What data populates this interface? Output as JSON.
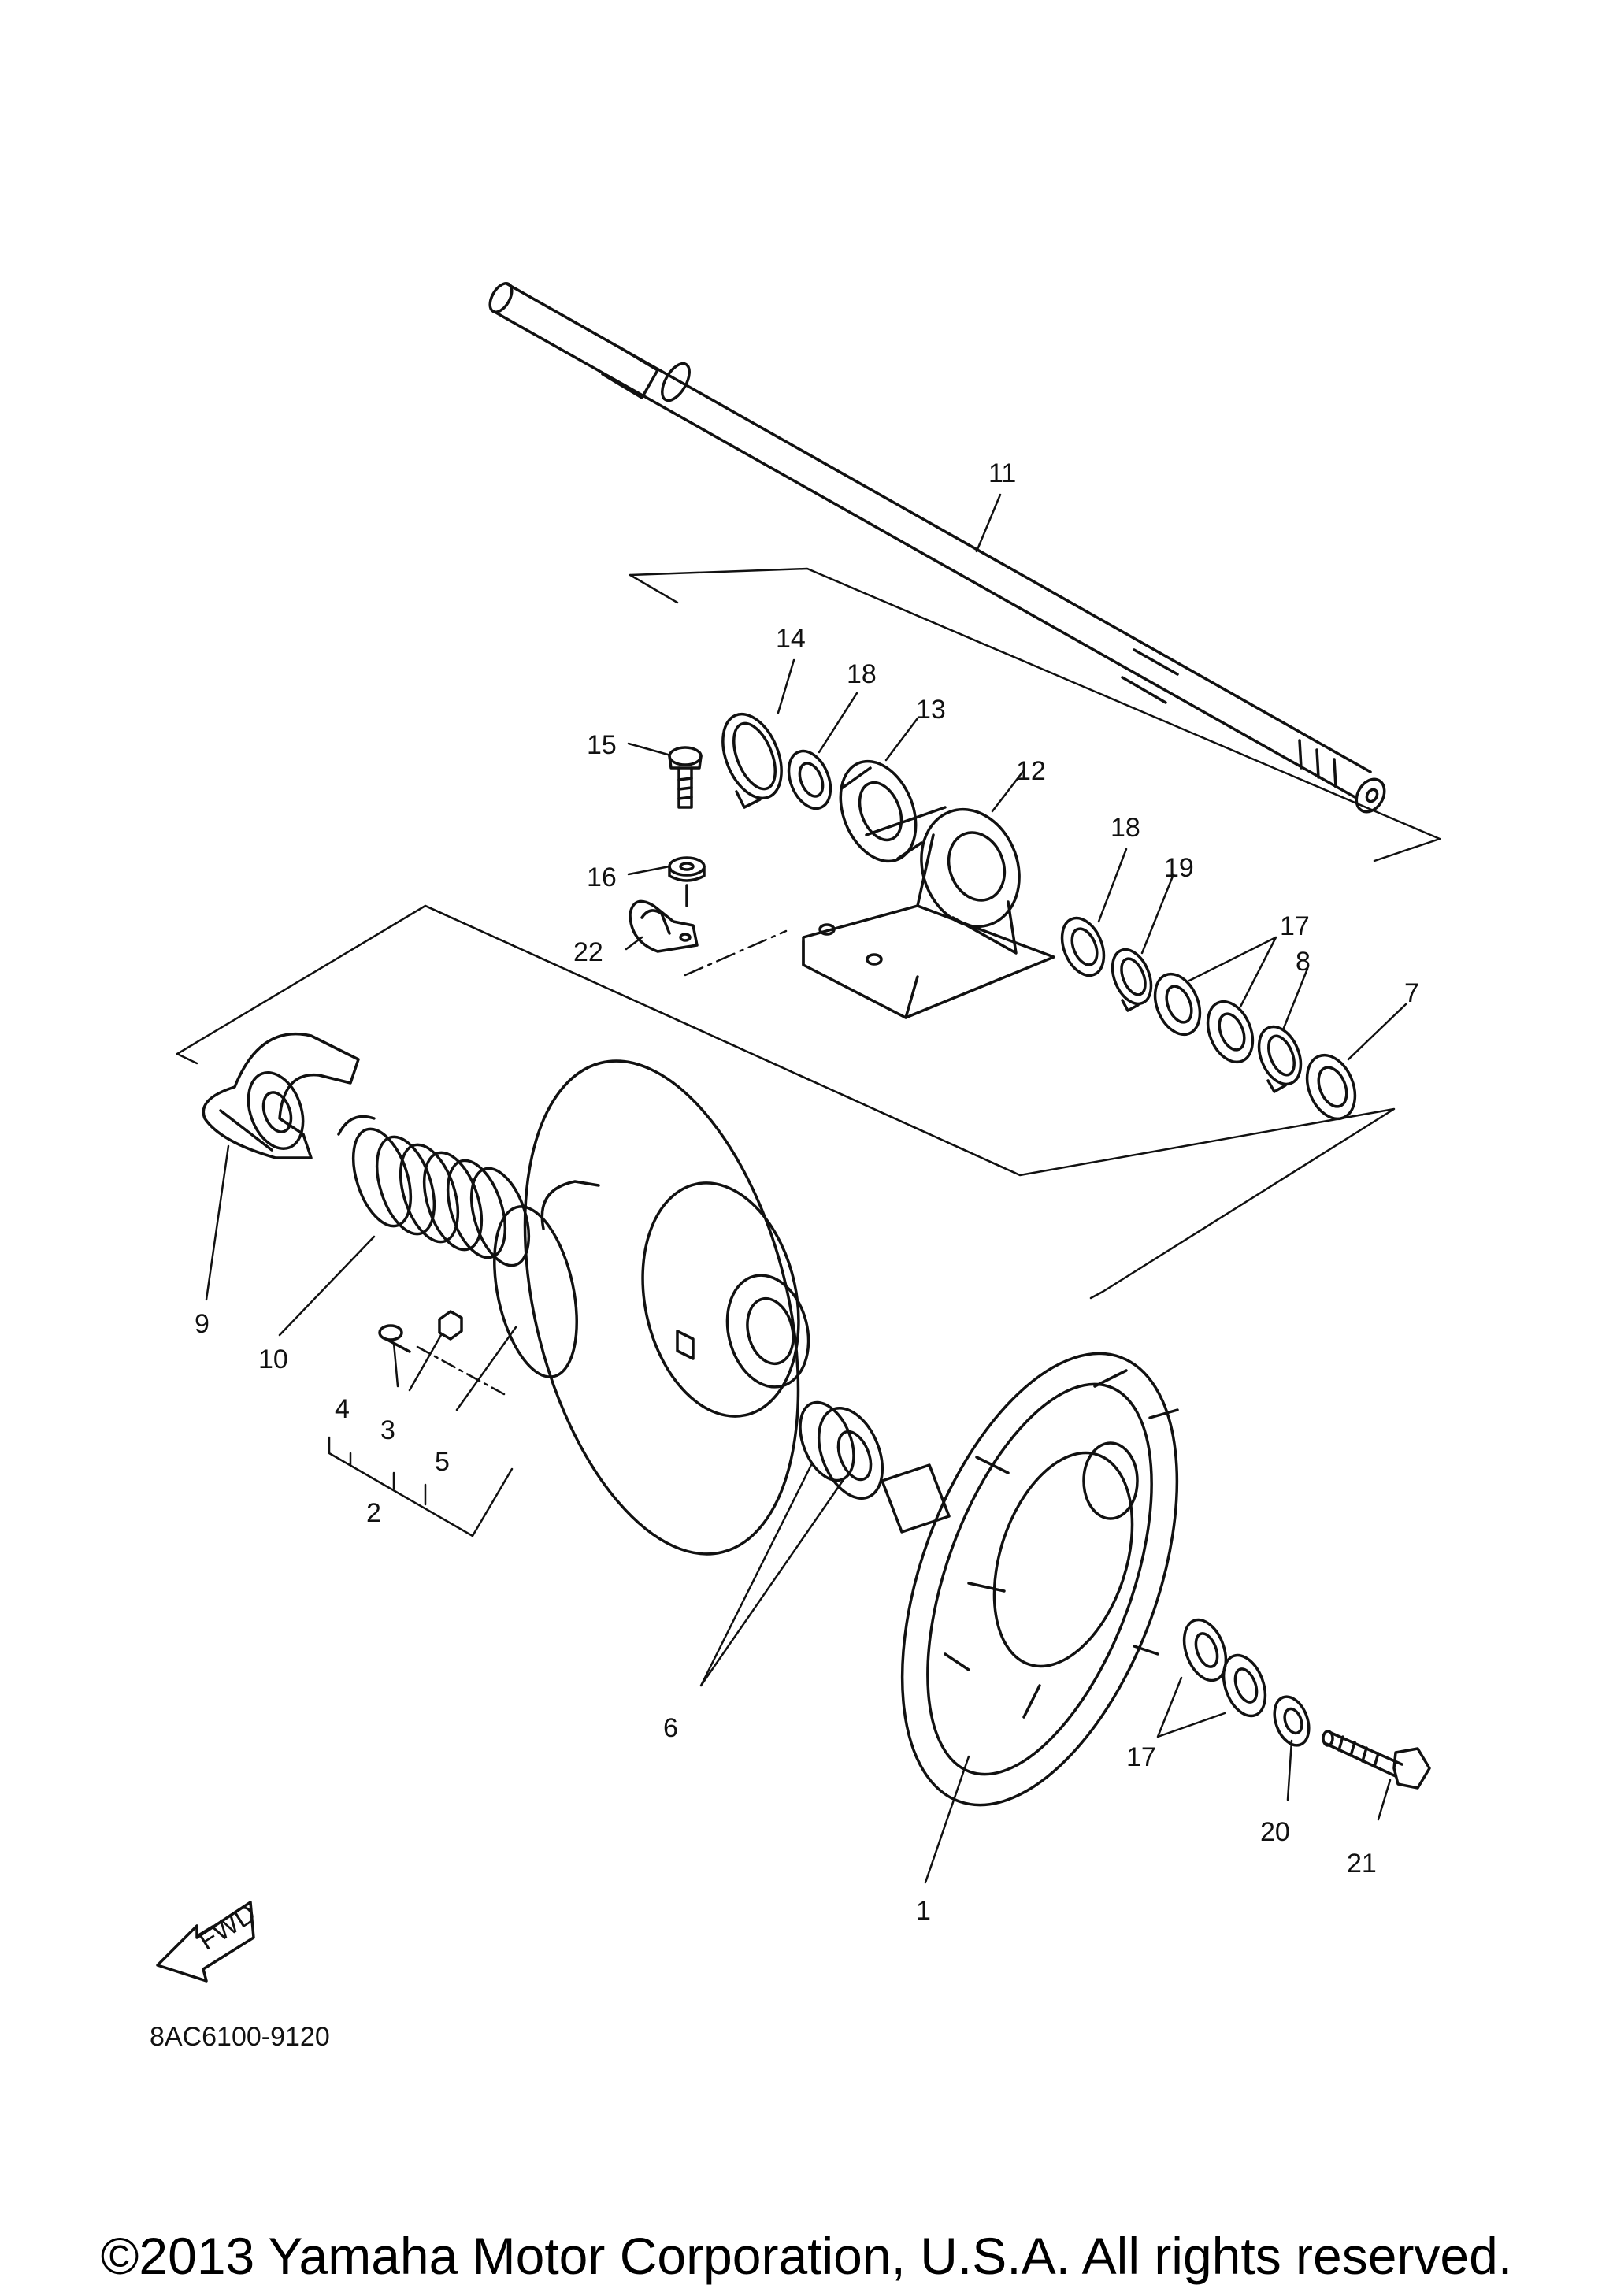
{
  "diagram": {
    "part_labels": [
      "1",
      "2",
      "3",
      "4",
      "5",
      "6",
      "7",
      "8",
      "9",
      "10",
      "11",
      "12",
      "13",
      "14",
      "15",
      "16",
      "17",
      "18",
      "19",
      "20",
      "21",
      "22"
    ],
    "extra_labels": {
      "label_17b": "17",
      "label_18b": "18"
    },
    "fwd_label": "FWD",
    "drawing_code": "8AC6100-9120",
    "icons": {
      "fwd_arrow": "fwd-arrow-icon"
    }
  },
  "footer": {
    "copyright": "©2013 Yamaha Motor Corporation, U.S.A. All rights reserved."
  }
}
